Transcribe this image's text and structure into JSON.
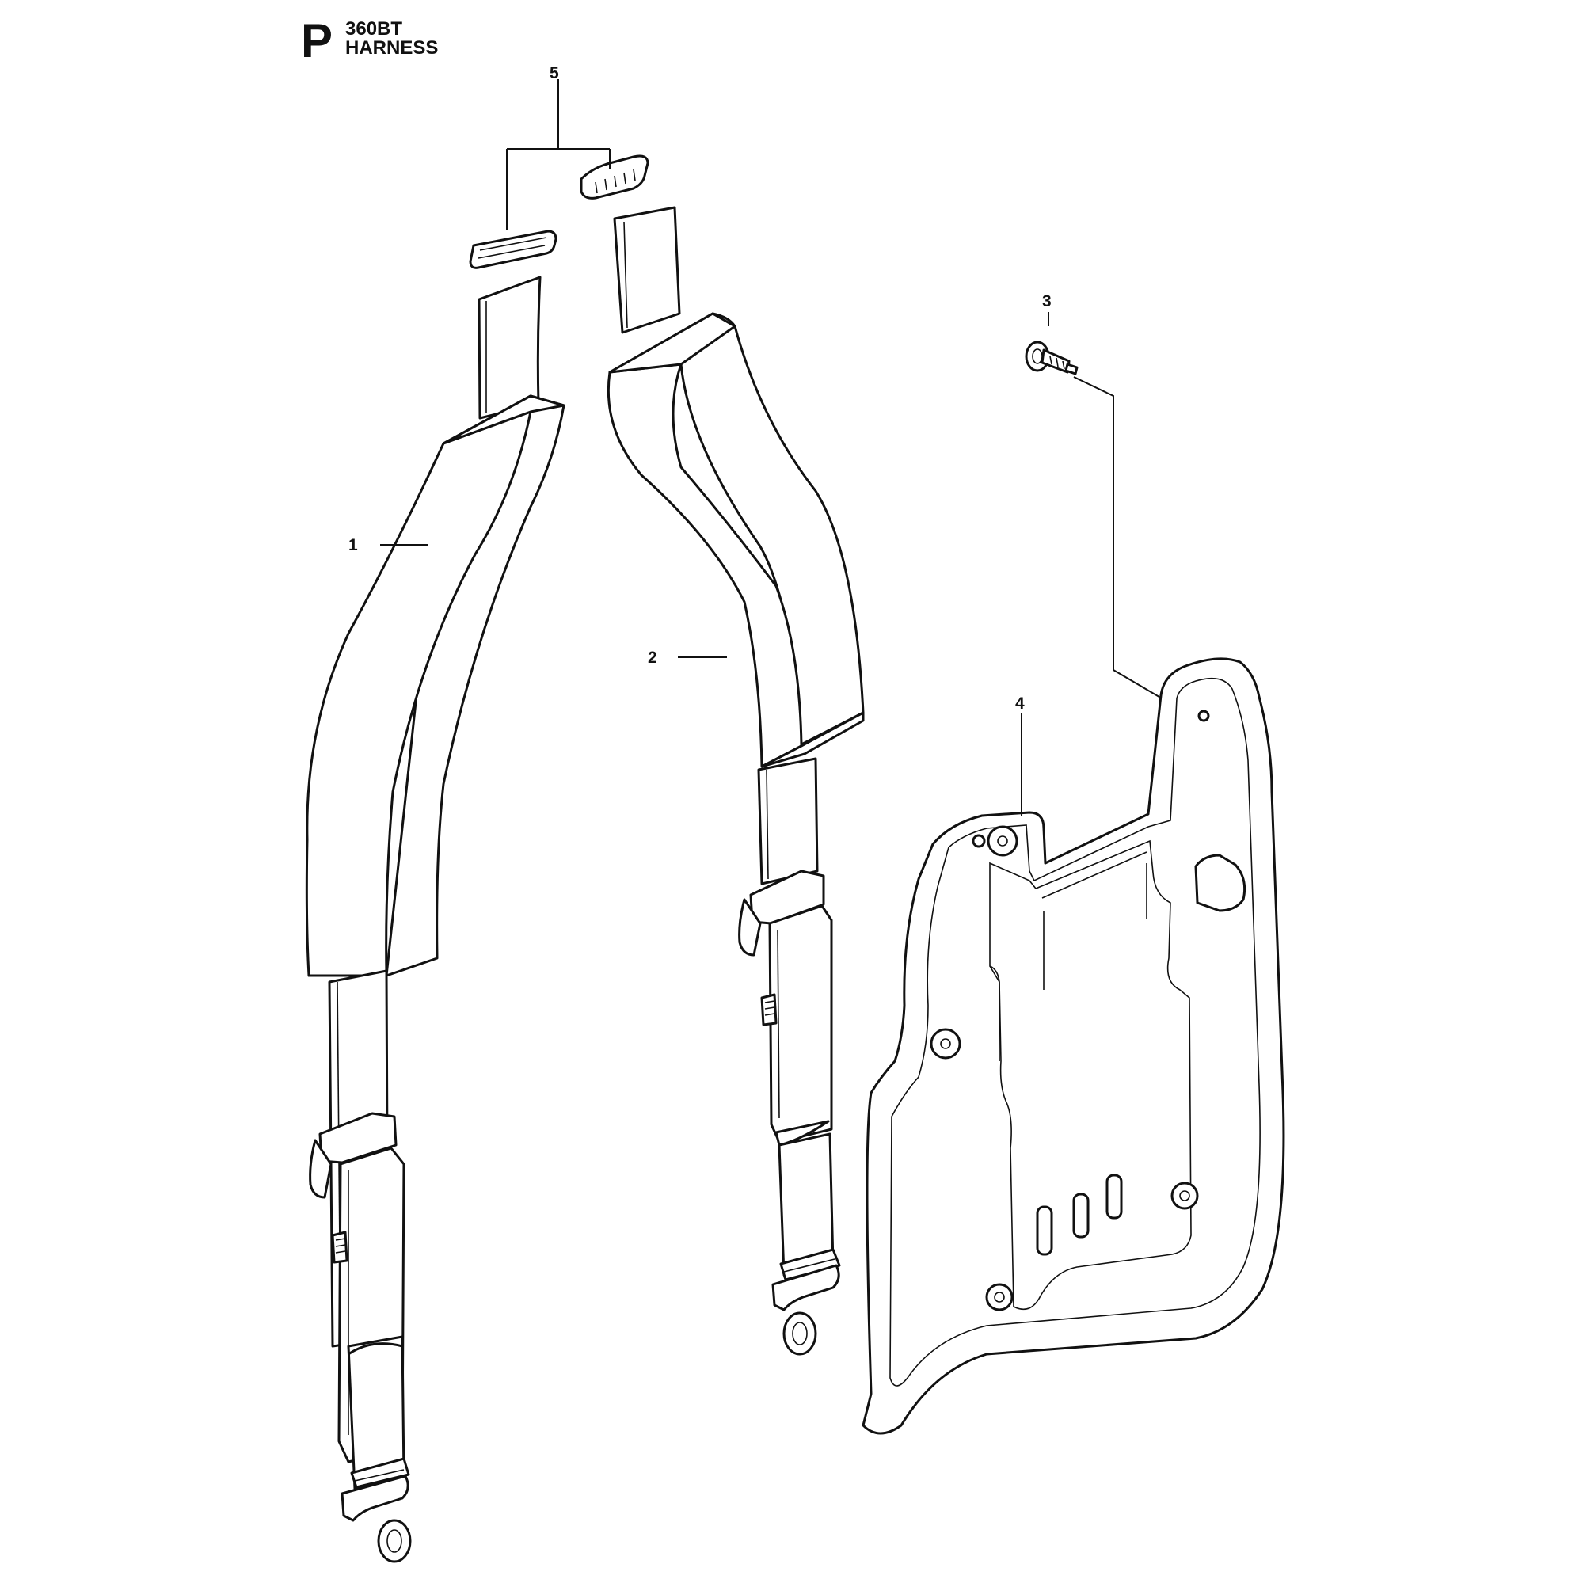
{
  "header": {
    "section_letter": "P",
    "model": "360BT",
    "title": "HARNESS"
  },
  "callouts": [
    {
      "id": "1",
      "label": "1"
    },
    {
      "id": "2",
      "label": "2"
    },
    {
      "id": "3",
      "label": "3"
    },
    {
      "id": "4",
      "label": "4"
    },
    {
      "id": "5",
      "label": "5"
    }
  ],
  "colors": {
    "line": "#111111",
    "background": "#ffffff"
  }
}
